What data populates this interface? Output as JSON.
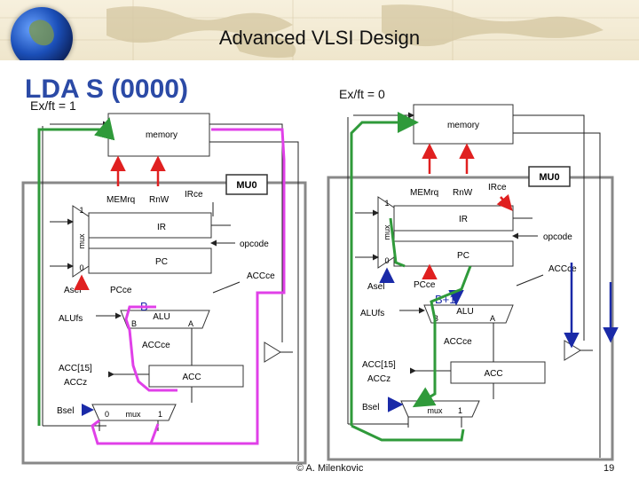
{
  "slide": {
    "title": "Advanced VLSI Design",
    "heading": "LDA S (0000)",
    "left_condition": "Ex/ft = 1",
    "right_condition": "Ex/ft = 0",
    "copyright": "© A. Milenkovic",
    "page_number": "19"
  },
  "left_diagram": {
    "memory": "memory",
    "mu0": "MU0",
    "memrq": "MEMrq",
    "rnw": "RnW",
    "irce": "IRce",
    "ir": "IR",
    "opcode": "opcode",
    "pc": "PC",
    "accce_right": "ACCce",
    "asel": "Asel",
    "pcce": "PCce",
    "alufs": "ALUfs",
    "alu": "ALU",
    "b_port": "B",
    "a_port": "A",
    "accce_alu": "ACCce",
    "acc15": "ACC[15]",
    "accz": "ACCz",
    "acc": "ACC",
    "bsel": "Bsel",
    "bottom_mux": "mux",
    "mux_0": "0",
    "mux_1": "1",
    "side_mux": "mux",
    "side_1": "1",
    "side_0": "0",
    "path_label": "B"
  },
  "right_diagram": {
    "memory": "memory",
    "mu0": "MU0",
    "memrq": "MEMrq",
    "rnw": "RnW",
    "irce": "IRce",
    "ir": "IR",
    "opcode": "opcode",
    "pc": "PC",
    "accce_right": "ACCce",
    "asel": "Asel",
    "pcce": "PCce",
    "alufs": "ALUfs",
    "alu": "ALU",
    "b_port": "B",
    "a_port": "A",
    "accce_alu": "ACCce",
    "acc15": "ACC[15]",
    "accz": "ACCz",
    "acc": "ACC",
    "bsel": "Bsel",
    "bottom_mux": "mux",
    "mux_1": "1",
    "side_mux": "mux",
    "side_1": "1",
    "side_0": "0",
    "path_label": "B+1"
  },
  "colors": {
    "heading": "#2b4aa6",
    "data_path_green": "#2f9a3a",
    "address_path_magenta": "#e040e8",
    "control_red": "#e02020",
    "control_blue": "#1a2aa8"
  }
}
